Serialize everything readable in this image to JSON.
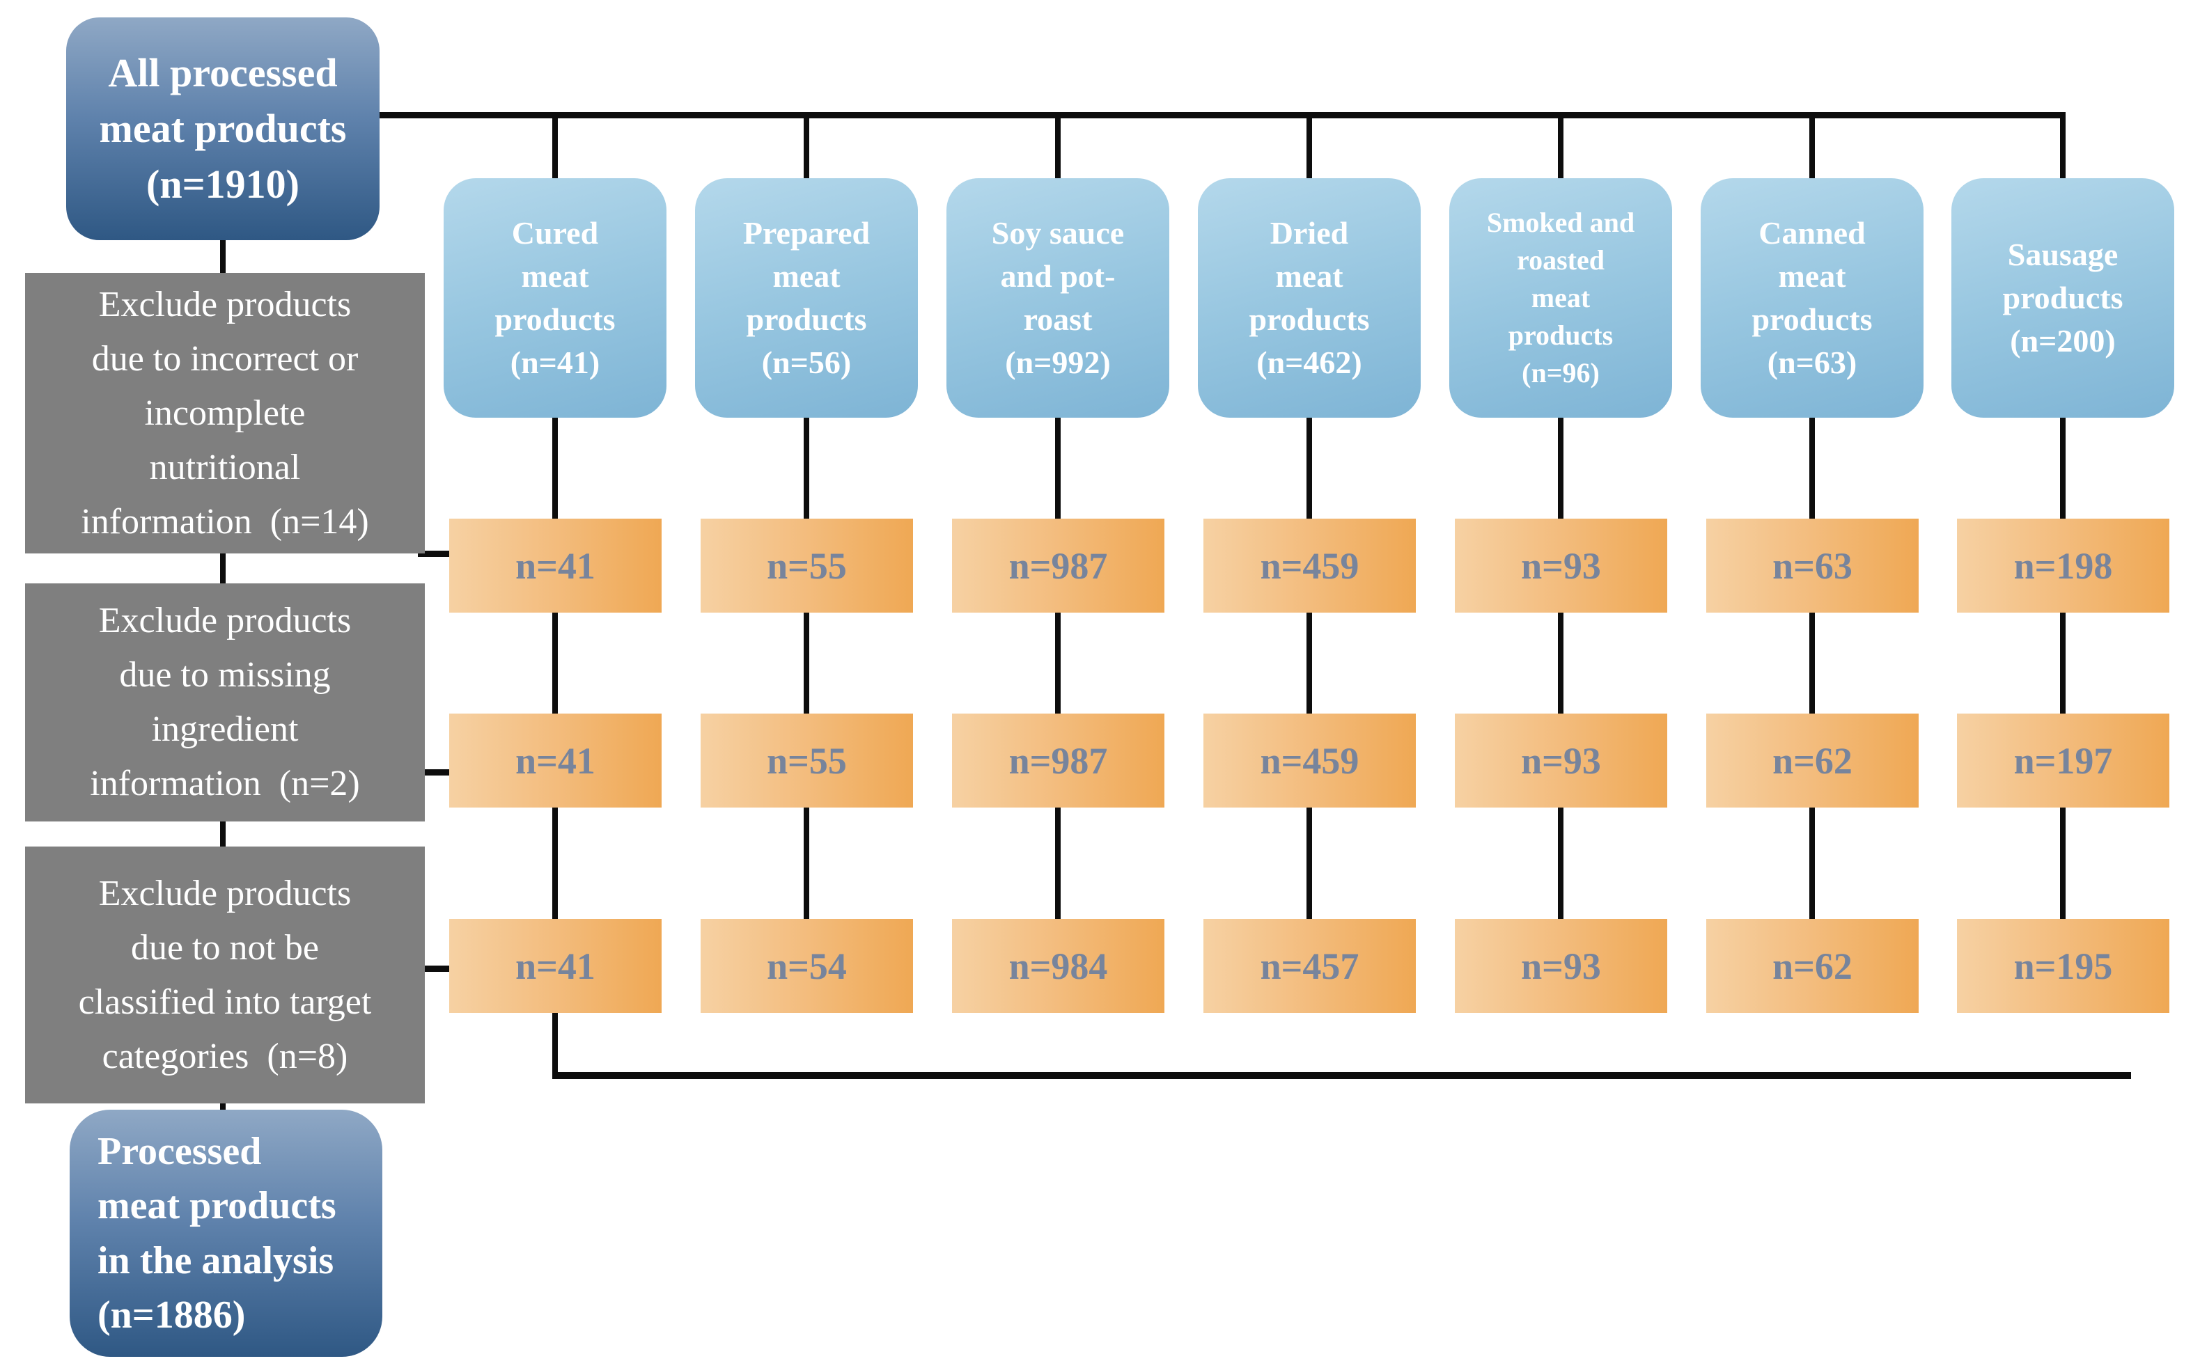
{
  "root": {
    "label": "All processed\nmeat products\n(n=1910)"
  },
  "exclusions": [
    {
      "label": "Exclude products\ndue to incorrect or\nincomplete\nnutritional\ninformation  (n=14)"
    },
    {
      "label": "Exclude products\ndue to missing\ningredient\ninformation  (n=2)"
    },
    {
      "label": "Exclude products\ndue to not be\nclassified into target\ncategories  (n=8)"
    }
  ],
  "columns": [
    {
      "category": "Cured\nmeat\nproducts\n(n=41)",
      "counts": [
        "n=41",
        "n=41",
        "n=41"
      ]
    },
    {
      "category": "Prepared\nmeat\nproducts\n(n=56)",
      "counts": [
        "n=55",
        "n=55",
        "n=54"
      ]
    },
    {
      "category": "Soy sauce\nand pot-\nroast\n(n=992)",
      "counts": [
        "n=987",
        "n=987",
        "n=984"
      ]
    },
    {
      "category": "Dried\nmeat\nproducts\n(n=462)",
      "counts": [
        "n=459",
        "n=459",
        "n=457"
      ]
    },
    {
      "category": "Smoked and\nroasted\nmeat\nproducts\n(n=96)",
      "counts": [
        "n=93",
        "n=93",
        "n=93"
      ]
    },
    {
      "category": "Canned\nmeat\nproducts\n(n=63)",
      "counts": [
        "n=63",
        "n=62",
        "n=62"
      ]
    },
    {
      "category": "Sausage\nproducts\n(n=200)",
      "counts": [
        "n=198",
        "n=197",
        "n=195"
      ]
    }
  ],
  "final": {
    "label": "Processed\nmeat products\nin the analysis\n(n=1886)"
  },
  "colors": {
    "dark_blue_top": "#8fa8c5",
    "dark_blue_bottom": "#2f5884",
    "light_blue_top": "#b4d8eb",
    "light_blue_bottom": "#7eb4d5",
    "orange_left": "#f6d1a3",
    "orange_right": "#efa854",
    "gray": "#7f7f7f",
    "line": "#0d0d0d",
    "count_text": "#77849c"
  }
}
